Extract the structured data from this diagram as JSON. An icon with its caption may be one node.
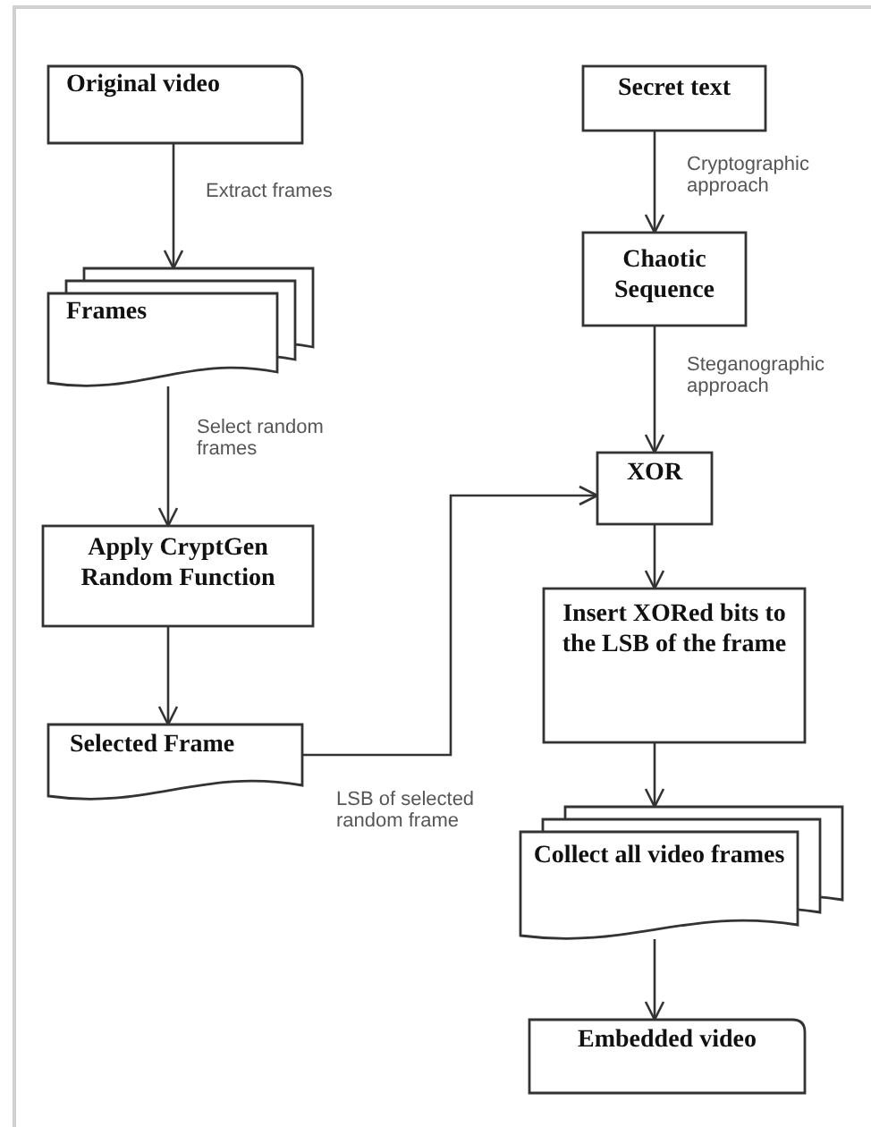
{
  "diagram": {
    "nodes": [
      {
        "text": [
          "Original video"
        ]
      },
      {
        "text": [
          "Frames"
        ]
      },
      {
        "text": [
          "Apply CryptGen Random Function"
        ]
      },
      {
        "text": [
          "Selected Frame"
        ]
      },
      {
        "text": [
          "Secret text"
        ]
      },
      {
        "text": [
          "Chaotic Sequence"
        ]
      },
      {
        "text": [
          "XOR"
        ]
      },
      {
        "text": [
          "Insert XORed bits to the LSB of the frame"
        ]
      },
      {
        "text": [
          "Collect all video frames"
        ]
      },
      {
        "text": [
          "Embedded video"
        ]
      }
    ],
    "edges": [
      {
        "from": 0,
        "to": 1,
        "arrow": "to",
        "label": "Extract frames"
      },
      {
        "from": 1,
        "to": 2,
        "arrow": "to",
        "label": "Select random frames"
      },
      {
        "from": 2,
        "to": 3,
        "arrow": "to"
      },
      {
        "from": 3,
        "to": 6,
        "arrow": "to",
        "label": "LSB of selected random frame"
      },
      {
        "from": 4,
        "to": 5,
        "arrow": "to",
        "label": "Cryptographic approach"
      },
      {
        "from": 5,
        "to": 6,
        "arrow": "to",
        "label": "Steganographic approach"
      },
      {
        "from": 6,
        "to": 7,
        "arrow": "to"
      },
      {
        "from": 7,
        "to": 8,
        "arrow": "to"
      },
      {
        "from": 8,
        "to": 9,
        "arrow": "to"
      }
    ]
  }
}
